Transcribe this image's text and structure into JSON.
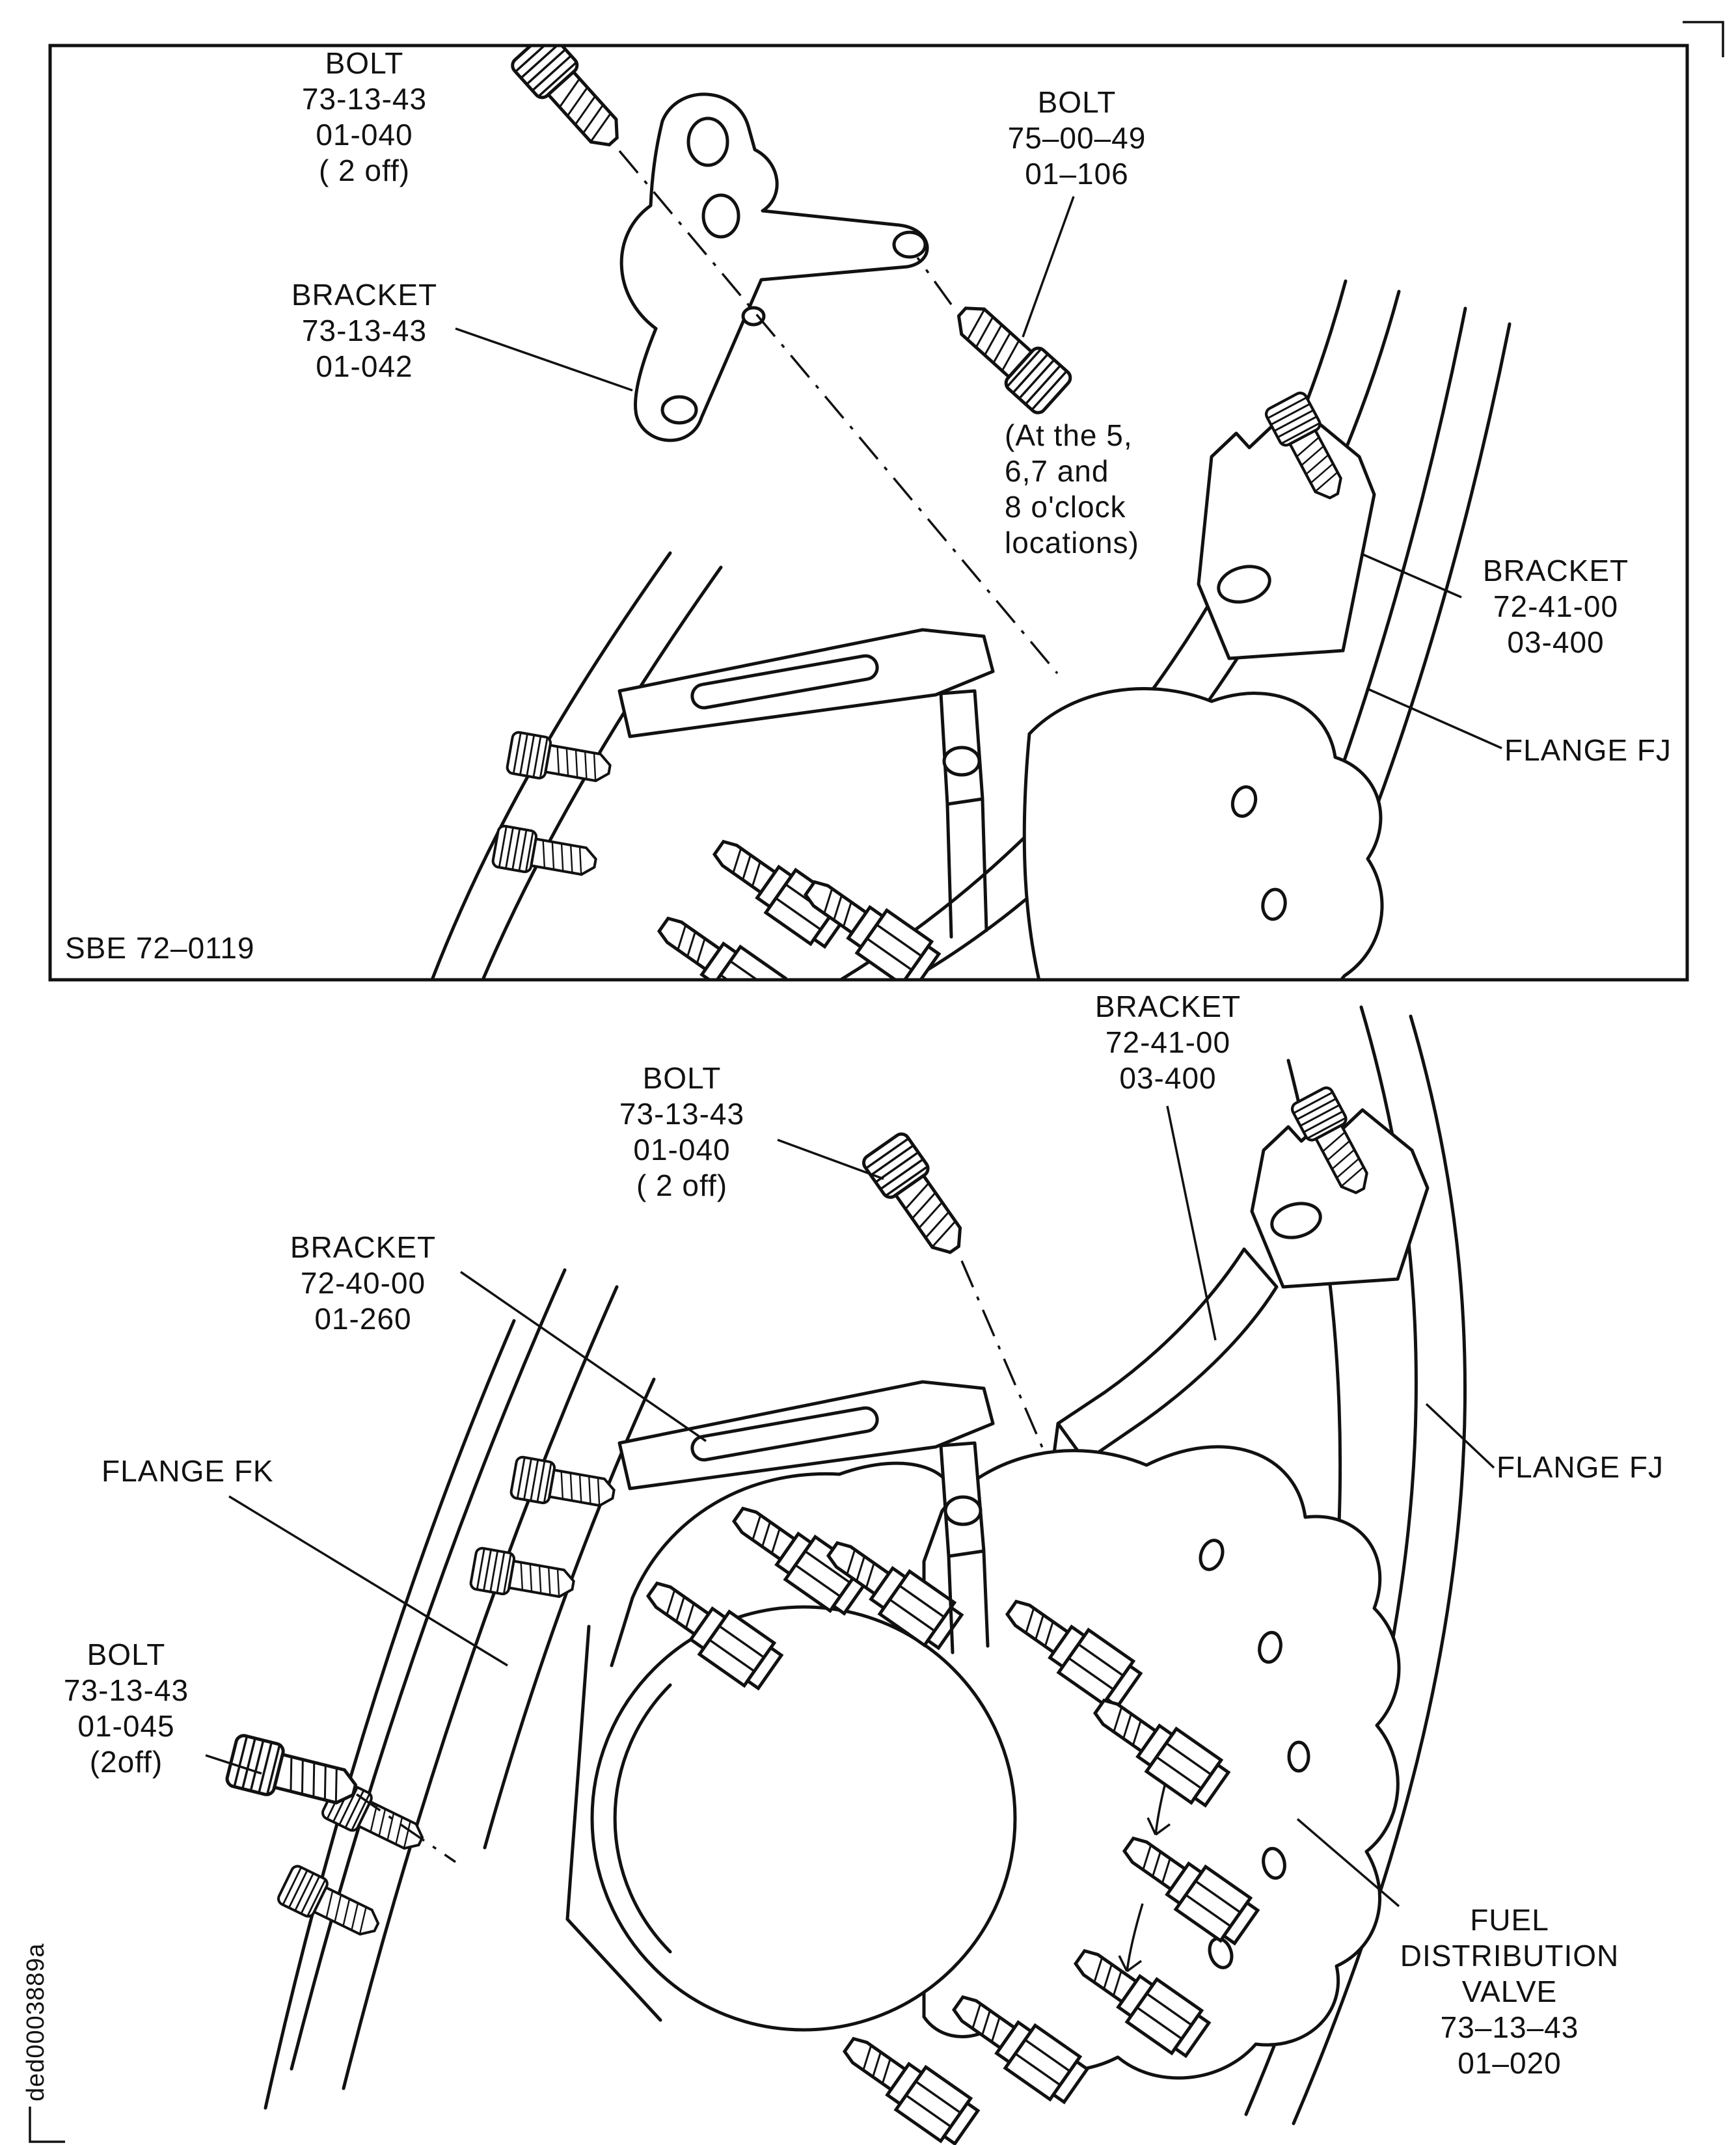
{
  "style": {
    "ink": "#111111",
    "paper": "#ffffff"
  },
  "panel_top": {
    "figure_code": "SBE 72–0119",
    "labels": {
      "bolt_a": [
        "BOLT",
        "73-13-43",
        "01-040",
        "( 2 off)"
      ],
      "bracket_a": [
        "BRACKET",
        "73-13-43",
        "01-042"
      ],
      "bolt_b": [
        "BOLT",
        "75–00–49",
        "01–106"
      ],
      "clock_note": [
        "(At the 5,",
        "6,7 and",
        "8 o'clock",
        "locations)"
      ],
      "bracket_b": [
        "BRACKET",
        "72-41-00",
        "03-400"
      ],
      "flange_fj": "FLANGE FJ"
    }
  },
  "panel_bottom": {
    "labels": {
      "bracket_b": [
        "BRACKET",
        "72-41-00",
        "03-400"
      ],
      "bolt_a": [
        "BOLT",
        "73-13-43",
        "01-040",
        "( 2 off)"
      ],
      "bracket_c": [
        "BRACKET",
        "72-40-00",
        "01-260"
      ],
      "flange_fk": "FLANGE FK",
      "bolt_c": [
        "BOLT",
        "73-13-43",
        "01-045",
        "(2off)"
      ],
      "flange_fj": "FLANGE FJ",
      "valve": [
        "FUEL DISTRIBUTION",
        "VALVE",
        "73–13–43",
        "01–020"
      ]
    }
  },
  "doc_id": "ded0003889a"
}
